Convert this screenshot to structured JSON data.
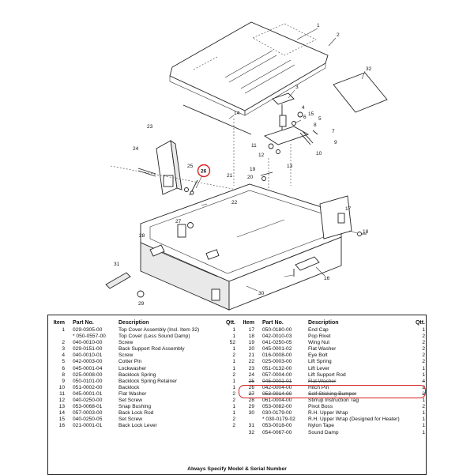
{
  "diagram": {
    "callouts": [
      "1",
      "2",
      "32",
      "14",
      "3",
      "4",
      "5",
      "6",
      "7",
      "8",
      "9",
      "10",
      "11",
      "12",
      "13",
      "15",
      "16",
      "17",
      "18",
      "19",
      "20",
      "21",
      "22",
      "23",
      "24",
      "25",
      "26",
      "27",
      "28",
      "29",
      "30",
      "31"
    ],
    "accent_color": "#d62020"
  },
  "table": {
    "headers": {
      "item": "Item",
      "part": "Part No.",
      "desc": "Description",
      "qty": "Qtt."
    },
    "left": [
      {
        "item": "1",
        "part": "029-0305-00",
        "desc": "Top Cover Assembly (Incl. Item 32)",
        "qty": "1"
      },
      {
        "item": "",
        "part": "* 050-0557-00",
        "desc": "Top Cover (Less Sound Damp)",
        "qty": "1"
      },
      {
        "item": "2",
        "part": "040-0010-00",
        "desc": "Screw",
        "qty": "52"
      },
      {
        "item": "3",
        "part": "029-0151-00",
        "desc": "Back Support Rod Assembly",
        "qty": "1"
      },
      {
        "item": "4",
        "part": "040-0010-01",
        "desc": "Screw",
        "qty": "2"
      },
      {
        "item": "5",
        "part": "042-0003-00",
        "desc": "Cotter Pin",
        "qty": "1"
      },
      {
        "item": "6",
        "part": "045-0001-04",
        "desc": "Lockwasher",
        "qty": "1"
      },
      {
        "item": "8",
        "part": "025-0008-00",
        "desc": "Backlock Spring",
        "qty": "2"
      },
      {
        "item": "9",
        "part": "050-0101-00",
        "desc": "Backlock Spring Retainer",
        "qty": "1"
      },
      {
        "item": "10",
        "part": "051-0002-00",
        "desc": "Backlock",
        "qty": "1"
      },
      {
        "item": "11",
        "part": "045-0001-01",
        "desc": "Flat Washer",
        "qty": "2"
      },
      {
        "item": "12",
        "part": "040-0250-00",
        "desc": "Set Screw",
        "qty": "2"
      },
      {
        "item": "13",
        "part": "053-0068-01",
        "desc": "Snap Bushing",
        "qty": "1"
      },
      {
        "item": "14",
        "part": "057-0003-00",
        "desc": "Back Lock Rod",
        "qty": "1"
      },
      {
        "item": "15",
        "part": "040-0250-05",
        "desc": "Set Screw",
        "qty": "2"
      },
      {
        "item": "16",
        "part": "021-0001-01",
        "desc": "Back Lock Lever",
        "qty": "2"
      }
    ],
    "right": [
      {
        "item": "17",
        "part": "050-0180-00",
        "desc": "End Cap",
        "qty": "1",
        "struck": false
      },
      {
        "item": "18",
        "part": "042-0010-03",
        "desc": "Pop Rivet",
        "qty": "2",
        "struck": false
      },
      {
        "item": "19",
        "part": "041-0250-05",
        "desc": "Wing Nut",
        "qty": "2",
        "struck": false
      },
      {
        "item": "20",
        "part": "045-0001-02",
        "desc": "Flat Washer",
        "qty": "2",
        "struck": false
      },
      {
        "item": "21",
        "part": "016-0008-00",
        "desc": "Eye Bolt",
        "qty": "2",
        "struck": false
      },
      {
        "item": "22",
        "part": "025-0003-00",
        "desc": "Lift Spring",
        "qty": "2",
        "struck": false
      },
      {
        "item": "23",
        "part": "051-0132-00",
        "desc": "Lift Lever",
        "qty": "1",
        "struck": false
      },
      {
        "item": "24",
        "part": "057-0004-00",
        "desc": "Lift Support Rod",
        "qty": "1",
        "struck": false
      },
      {
        "item": "25",
        "part": "045-0001-01",
        "desc": "Flat Washer",
        "qty": "4",
        "struck": true
      },
      {
        "item": "26",
        "part": "042-0004-00",
        "desc": "Hitch Pin",
        "qty": "2",
        "struck": false
      },
      {
        "item": "27",
        "part": "053-0014-00",
        "desc": "Self Sticking Bumper",
        "qty": "2",
        "struck": true
      },
      {
        "item": "28",
        "part": "061-0004-00",
        "desc": "Stirrup Instruction Tag",
        "qty": "1",
        "struck": false
      },
      {
        "item": "29",
        "part": "053-0082-00",
        "desc": "Pivot Boss",
        "qty": "2",
        "struck": false
      },
      {
        "item": "30",
        "part": "030-0179-00",
        "desc": "R.H. Upper Wrap",
        "qty": "1",
        "struck": false
      },
      {
        "item": "",
        "part": "* 030-0179-02",
        "desc": "R.H. Upper Wrap (Designed for Heater)",
        "qty": "1",
        "struck": false
      },
      {
        "item": "31",
        "part": "053-0018-00",
        "desc": "Nylon Tape",
        "qty": "1",
        "struck": false
      },
      {
        "item": "32",
        "part": "054-0067-00",
        "desc": "Sound Damp",
        "qty": "1",
        "struck": false
      }
    ],
    "footer": "Always Specify Model & Serial Number"
  }
}
